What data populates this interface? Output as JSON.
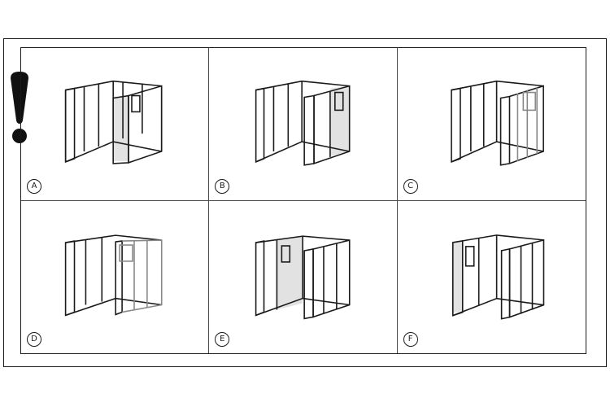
{
  "panels": [
    {
      "label": "A",
      "door_wall": "right-front",
      "door_shaded": true
    },
    {
      "label": "B",
      "door_wall": "right-front",
      "door_shaded": true
    },
    {
      "label": "C",
      "door_wall": "back-right-transparent",
      "door_shaded": false
    },
    {
      "label": "D",
      "door_wall": "back-center-transparent",
      "door_shaded": false
    },
    {
      "label": "E",
      "door_wall": "back-left",
      "door_shaded": true
    },
    {
      "label": "F",
      "door_wall": "left",
      "door_shaded": true
    }
  ],
  "icons": {
    "warning": "exclamation-icon"
  },
  "colors": {
    "stroke": "#1a1a1a",
    "shade": "#e2e2e2"
  }
}
